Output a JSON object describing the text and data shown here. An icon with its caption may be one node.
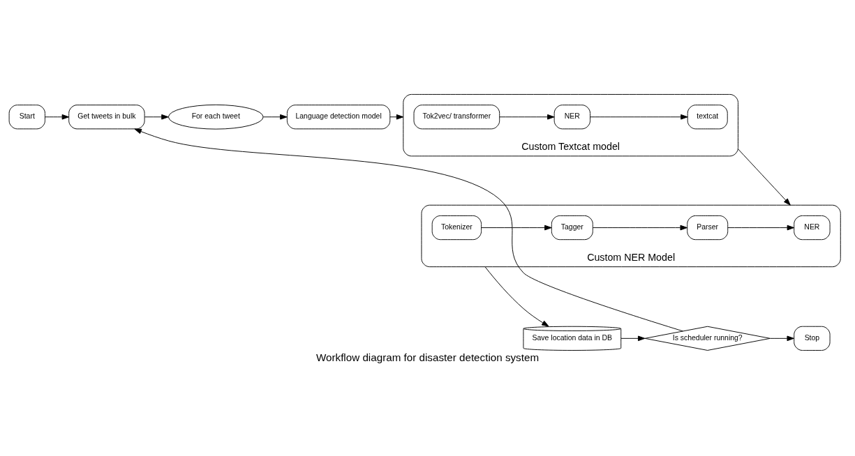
{
  "diagram": {
    "caption": "Workflow diagram for disaster detection system",
    "nodes": [
      {
        "text": [
          "Start"
        ]
      },
      {
        "text": [
          "Get tweets in bulk"
        ]
      },
      {
        "text": [
          "For each tweet"
        ]
      },
      {
        "text": [
          "Language detection model"
        ]
      },
      {
        "text": [
          "Custom Textcat model"
        ]
      },
      {
        "text": [
          "Tok2vec/ transformer"
        ],
        "in": 4
      },
      {
        "text": [
          "NER"
        ],
        "in": 4
      },
      {
        "text": [
          "textcat"
        ],
        "in": 4
      },
      {
        "text": [
          "Custom NER Model"
        ]
      },
      {
        "text": [
          "NER"
        ],
        "in": 8
      },
      {
        "text": [
          "Parser"
        ],
        "in": 8
      },
      {
        "text": [
          "Tagger"
        ],
        "in": 8
      },
      {
        "text": [
          "Tokenizer"
        ],
        "in": 8
      },
      {
        "text": [
          "Save location data in DB"
        ]
      },
      {
        "text": [
          "Is scheduler running?"
        ]
      },
      {
        "text": [
          "Stop"
        ]
      }
    ],
    "edges": [
      {
        "from": 0,
        "to": 1,
        "arrow": "to"
      },
      {
        "from": 1,
        "to": 2,
        "arrow": "to"
      },
      {
        "from": 2,
        "to": 3,
        "arrow": "to"
      },
      {
        "from": 3,
        "to": 4,
        "arrow": "to"
      },
      {
        "from": 5,
        "to": 6,
        "arrow": "to"
      },
      {
        "from": 6,
        "to": 7,
        "arrow": "to"
      },
      {
        "from": 4,
        "to": 8,
        "arrow": "to"
      },
      {
        "from": 12,
        "to": 11,
        "arrow": "to"
      },
      {
        "from": 11,
        "to": 10,
        "arrow": "to"
      },
      {
        "from": 10,
        "to": 9,
        "arrow": "to"
      },
      {
        "from": 8,
        "to": 13,
        "arrow": "to"
      },
      {
        "from": 13,
        "to": 14,
        "arrow": "to"
      },
      {
        "from": 14,
        "to": 1,
        "arrow": "to"
      },
      {
        "from": 14,
        "to": 15,
        "arrow": "to"
      }
    ]
  }
}
